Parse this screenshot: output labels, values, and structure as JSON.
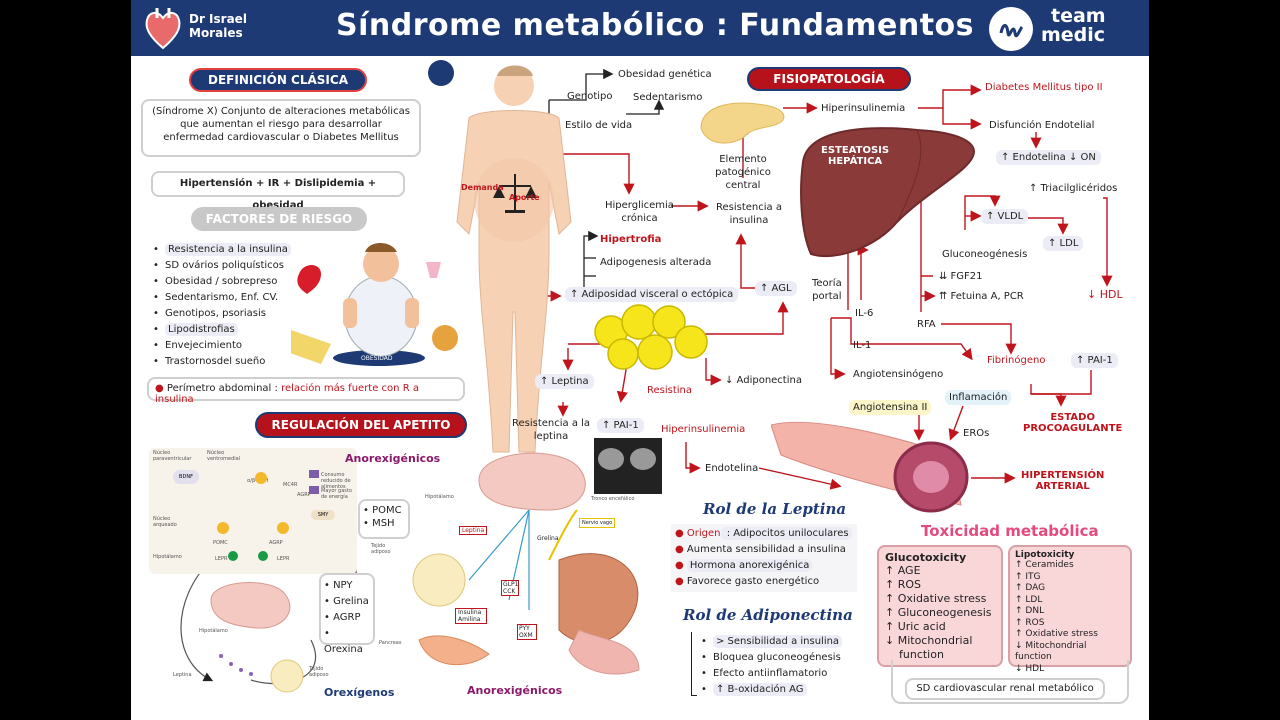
{
  "header": {
    "title": "Síndrome metabólico : Fundamentos",
    "author_line1": "Dr Israel",
    "author_line2": "Morales",
    "brand_line1": "team",
    "brand_line2": "medic"
  },
  "definicion": {
    "heading": "DEFINICIÓN CLÁSICA",
    "text1": "(Síndrome X) Conjunto de alteraciones metabólicas",
    "text2": "que aumentan el riesgo para desarrollar",
    "text3": "enfermedad cardiovascular o Diabetes Mellitus",
    "criteria": "Hipertensión + IR + Dislipidemia + obesidad"
  },
  "factores": {
    "heading": "FACTORES DE RIESGO",
    "items": [
      "Resistencia a la insulina",
      "SD ovários poliquísticos",
      "Obesidad / sobrepreso",
      "Sedentarismo, Enf. CV.",
      "Genotipos, psoriasis",
      "Lipodistrofias",
      "Envejecimiento",
      "Trastornosdel sueño"
    ],
    "perimetro_a": "Perímetro abdominal : ",
    "perimetro_b": "relación más fuerte con R a insulina",
    "obesity_caption": "OBESIDAD"
  },
  "body_diagram": {
    "demanda": "Demanda",
    "aporte": "Aporte",
    "genotipo": "Genotipo",
    "estilo": "Estilo de vida",
    "obesidad_genetica": "Obesidad genética",
    "sedentarismo": "Sedentarismo",
    "hiperglicemia_1": "Hiperglicemia",
    "hiperglicemia_2": "crónica",
    "hipertrofia": "Hipertrofia",
    "adipogenesis": "Adipogenesis alterada",
    "adiposidad": "↑ Adiposidad visceral o ectópica"
  },
  "fisiopatologia": {
    "heading": "FISIOPATOLOGÍA",
    "elemento_1": "Elemento patogénico",
    "elemento_2": "central",
    "resistencia_1": "Resistencia a",
    "resistencia_2": "insulina",
    "hiperinsulinemia": "Hiperinsulinemia",
    "diabetes": "Diabetes Mellitus tipo II",
    "disfuncion": "Disfunción Endotelial",
    "endotelina_on": "↑ Endotelina  ↓ ON",
    "esteatosis_1": "ESTEATOSIS",
    "esteatosis_2": "HEPÁTICA",
    "trigliceridos": "↑ Triacilglicéridos",
    "vldl": "↑ VLDL",
    "ldl": "↑ LDL",
    "hdl": "↓ HDL",
    "gluconeo": "Gluconeogénesis",
    "fgf21": "⇊ FGF21",
    "fetuina": "⇈ Fetuina A, PCR",
    "agl": "↑ AGL",
    "teoria_1": "Teoría",
    "teoria_2": "portal",
    "il6": "IL-6",
    "il1": "IL-1",
    "rfa": "RFA",
    "fibrinogeno": "Fibrinógeno",
    "pai1_right": "↑ PAI-1",
    "estado_1": "ESTADO",
    "estado_2": "PROCOAGULANTE",
    "angiotensinogeno": "Angiotensinógeno",
    "angiotensina": "Angiotensina II",
    "inflamacion": "Inflamación",
    "eros": "EROs",
    "leptina": "↑ Leptina",
    "resistencia_leptina_1": "Resistencia a la",
    "resistencia_leptina_2": "leptina",
    "resistina": "Resistina",
    "adiponectina": "↓ Adiponectina",
    "pai1_left": "↑ PAI-1",
    "hiperinsulinemia_2": "Hiperinsulinemia",
    "endotelina": "Endotelina",
    "hta_1": "HIPERTENSIÓN",
    "hta_2": "ARTERIAL"
  },
  "regulacion": {
    "heading": "REGULACIÓN DEL APETITO",
    "anorexigenicos_top": "Anorexigénicos",
    "anorexigenicos_bottom": "Anorexigénicos",
    "orexigenos": "Orexígenos",
    "anorex_list": [
      "POMC",
      "MSH"
    ],
    "orex_list": [
      "NPY",
      "Grelina",
      "AGRP",
      "Orexina"
    ],
    "small_labels": {
      "paraventricular": "Núcleo paraventricular",
      "ventromedial": "Núcleo ventromedial",
      "arqueado": "Núcleo arqueado",
      "hipotalamo": "Hipotálamo",
      "consumo": "Consumo reducido de alimentos",
      "gasto": "Mayor gasto de energía",
      "tejido": "Tejido adiposo",
      "pancreas": "Pancreas",
      "tronco": "Tronco encefálico",
      "nervio": "Nervio vago",
      "grelina": "Grelina",
      "leptina": "Leptina",
      "insulina": "Insulina Amilina",
      "glp1": "GLP1 CCK",
      "pyy": "PYY OXM",
      "bdnf": "BDNF",
      "mc4r": "MC4R",
      "agrp": "AGRP",
      "pomc": "POMC",
      "lepr": "LEPR",
      "msh": "α/β-MSH",
      "smy": "SMY"
    }
  },
  "rol_leptina": {
    "heading": "Rol de la Leptina",
    "origen_label": "Origen",
    "origen_value": " : Adipocitos uniloculares",
    "items": [
      "Aumenta sensibilidad a insulina",
      "Hormona anorexigénica",
      "Favorece gasto energético"
    ]
  },
  "rol_adiponectina": {
    "heading": "Rol de Adiponectina",
    "items": [
      "> Sensibilidad a insulina",
      "Bloquea gluconeogénesis",
      "Efecto antiinflamatorio",
      "↑ B-oxidación AG"
    ]
  },
  "toxicidad": {
    "heading": "Toxicidad metabólica",
    "gluco_title": "Glucotoxicity",
    "gluco_items": [
      "↑ AGE",
      "↑ ROS",
      "↑ Oxidative stress",
      "↑ Gluconeogenesis",
      "↑ Uric acid",
      "↓ Mitochondrial",
      "function"
    ],
    "lipo_title": "Lipotoxicity",
    "lipo_items": [
      "↑ Ceramides",
      "↑ ITG",
      "↑ DAG",
      "↑ LDL",
      "↑ DNL",
      "↑ ROS",
      "↑ Oxidative stress",
      "↓ Mitochondrial function",
      "↓ HDL"
    ],
    "footer": "SD cardiovascular renal metabólico"
  },
  "colors": {
    "navy": "#1d3a75",
    "red": "#c0141c",
    "pink": "#e34a7d"
  }
}
